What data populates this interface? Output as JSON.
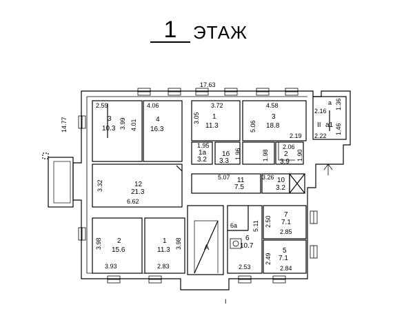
{
  "header": {
    "floor_number": "1",
    "floor_word": "ЭТАЖ"
  },
  "overall": {
    "width": "17.63",
    "depth": "14.77"
  },
  "rooms": {
    "r3_left": {
      "number": "3",
      "area": "10.3",
      "w": "2.59",
      "h": "3.99"
    },
    "r4_left": {
      "number": "4",
      "area": "16.3",
      "w": "4.06",
      "h": "4.01"
    },
    "r1_top": {
      "number": "1",
      "area": "11.3",
      "w": "3.72",
      "h": "3.05"
    },
    "r3_top": {
      "number": "3",
      "area": "18.8",
      "w": "4.58",
      "h": "5.06",
      "extra": "2.19"
    },
    "r1a": {
      "number": "1a",
      "area": "3.2",
      "w": "1.95"
    },
    "r1b": {
      "number": "1б",
      "area": "3.3",
      "h": "1.96"
    },
    "r2_small": {
      "number": "2",
      "area": "3.9",
      "w": "2.06",
      "h": "1.90",
      "h2": "1.98"
    },
    "rII": {
      "number": "II",
      "sub": "а1",
      "a": "а",
      "w1": "2.16",
      "w2": "2.22",
      "h1": "1.36",
      "h2": "1.46"
    },
    "r12": {
      "number": "12",
      "area": "21.3",
      "w": "6.62",
      "h": "3.32"
    },
    "r11": {
      "number": "11",
      "area": "7.5",
      "w": "5.07"
    },
    "r10": {
      "number": "10",
      "area": "3.2",
      "w": "3.26"
    },
    "r2_bottom": {
      "number": "2",
      "area": "15.6",
      "w": "3.93",
      "h": "3.98"
    },
    "r1_bottom": {
      "number": "1",
      "area": "11.3",
      "w": "2.83",
      "h": "3.98"
    },
    "rA": {
      "number": "А"
    },
    "r6a": {
      "number": "6а"
    },
    "r6": {
      "number": "6",
      "area": "10.7",
      "h": "5.11",
      "w": "2.53"
    },
    "r7": {
      "number": "7",
      "area": "7.1",
      "w": "2.85",
      "h": "2.50"
    },
    "r5": {
      "number": "5",
      "area": "7.1",
      "w": "2.84",
      "h": "2.49"
    }
  },
  "axis_mark": "I",
  "colors": {
    "line": "#000000",
    "background": "#ffffff"
  }
}
